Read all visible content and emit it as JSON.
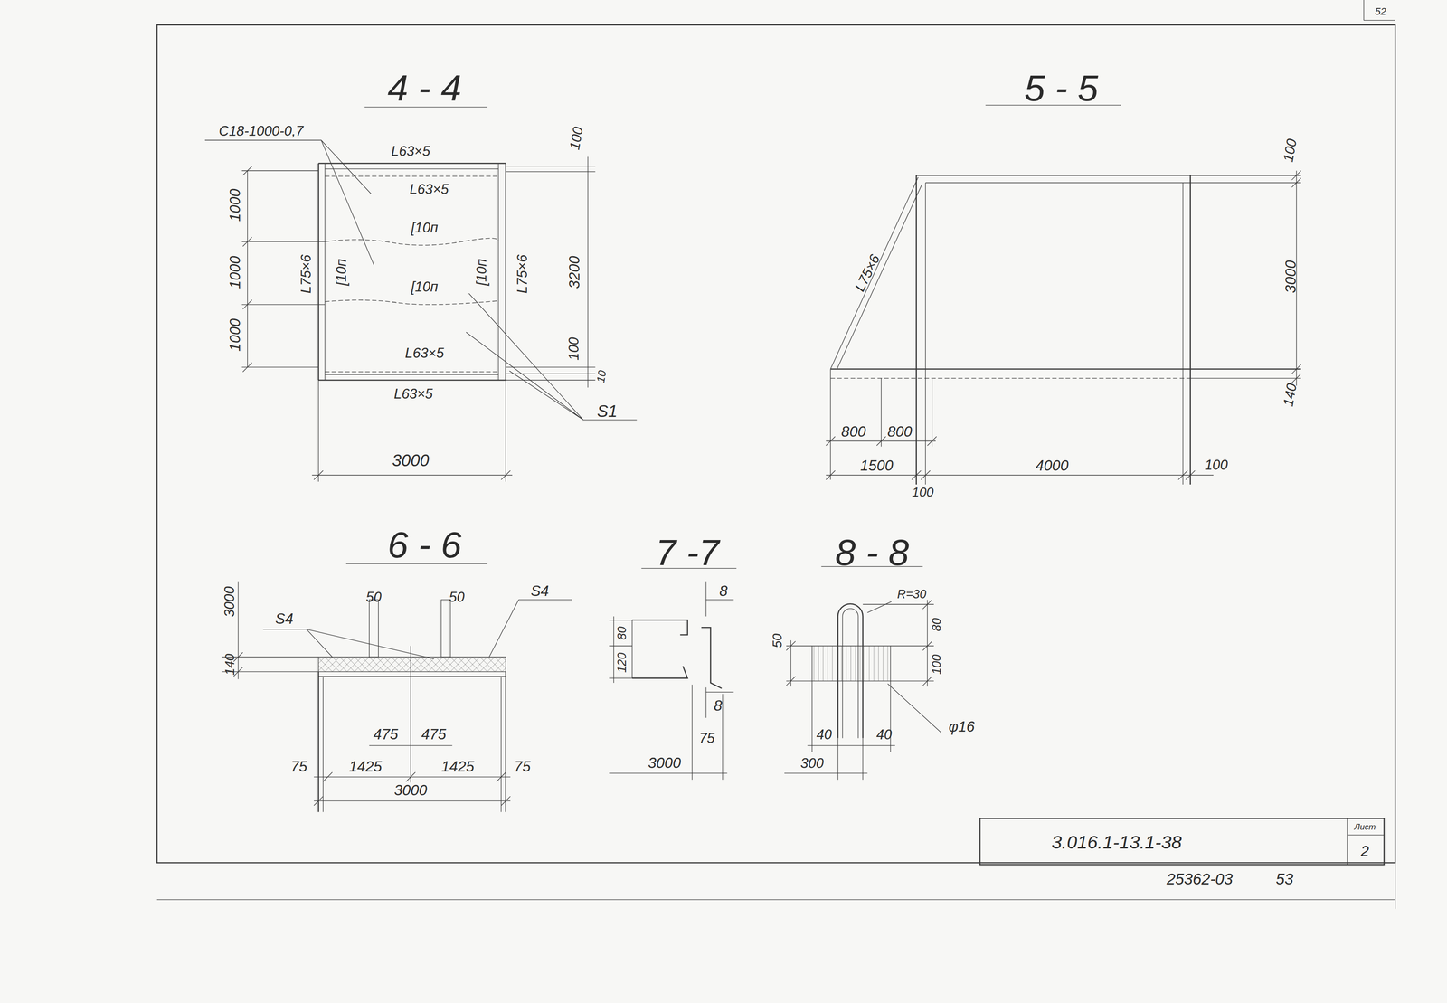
{
  "diagram": {
    "labels": [
      "4 - 4",
      "С18-1000-0,7",
      "L63×5",
      "L63×5",
      "[10п",
      "[10п",
      "[10п",
      "[10п",
      "L75×6",
      "L75×6",
      "L63×5",
      "L63×5",
      "1000",
      "1000",
      "1000",
      "100",
      "3200",
      "100",
      "10",
      "S1",
      "3000",
      "5 - 5",
      "L75×6",
      "100",
      "3000",
      "140",
      "800",
      "800",
      "1500",
      "100",
      "4000",
      "100",
      "6 - 6",
      "3000",
      "140",
      "S4",
      "50",
      "50",
      "S4",
      "475",
      "475",
      "75",
      "1425",
      "1425",
      "75",
      "3000",
      "7 -7",
      "8",
      "80",
      "120",
      "8",
      "75",
      "3000",
      "8 - 8",
      "R=30",
      "50",
      "80",
      "100",
      "φ16",
      "40",
      "40",
      "300",
      "3.016.1-13.1-38",
      "Лист",
      "2",
      "25362-03",
      "53",
      "52"
    ]
  }
}
